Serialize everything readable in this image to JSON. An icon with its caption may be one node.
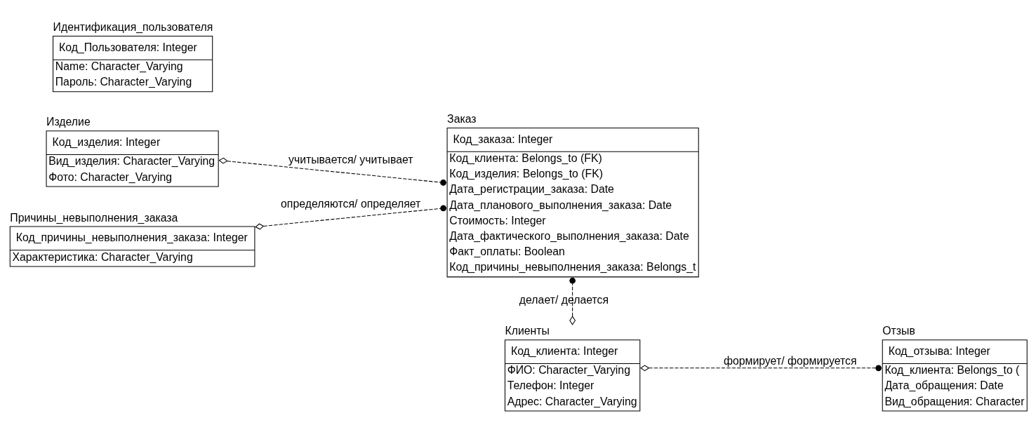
{
  "diagram": {
    "nodes": [
      {
        "text": [
          "Изделие",
          "Код_изделия: Integer",
          "Вид_изделия: Character_Varying",
          "Фото: Character_Varying"
        ]
      },
      {
        "text": [
          "Заказ",
          "Код_заказа: Integer",
          "Код_клиента: Belongs_to (FK)",
          "Код_изделия: Belongs_to (FK)",
          "Дата_регистрации_заказа: Date",
          "Дата_планового_выполнения_заказа: Date",
          "Стоимость: Integer",
          "Дата_фактического_выполнения_заказа: Date",
          "Факт_оплаты: Boolean",
          "Код_причины_невыполнения_заказа: Belongs_t"
        ]
      },
      {
        "text": [
          "Причины_невыполнения_заказа",
          "Код_причины_невыполнения_заказа: Integer",
          "Характеристика: Character_Varying"
        ]
      },
      {
        "text": [
          "Идентификация_пользователя",
          "Код_Пользователя: Integer",
          "Name: Character_Varying",
          "Пароль: Character_Varying"
        ]
      },
      {
        "text": [
          "Клиенты",
          "Код_клиента: Integer",
          "ФИО: Character_Varying",
          "Телефон: Integer",
          "Адрес: Character_Varying"
        ]
      },
      {
        "text": [
          "Отзыв",
          "Код_отзыва: Integer",
          "Код_клиента: Belongs_to (",
          "Дата_обращения: Date",
          "Вид_обращения: Character"
        ]
      }
    ],
    "edges": [
      {
        "from": 0,
        "to": 1,
        "arrow": "other",
        "label": "учитывается/ учитывает",
        "style": "dashed"
      },
      {
        "from": 2,
        "to": 1,
        "arrow": "other",
        "label": "определяются/ определяет",
        "style": "dashed"
      },
      {
        "from": 4,
        "to": 1,
        "arrow": "other",
        "label": "делает/ делается",
        "style": "dashed"
      },
      {
        "from": 4,
        "to": 5,
        "arrow": "other",
        "label": "формирует/ формируется",
        "style": "dashed"
      }
    ]
  }
}
